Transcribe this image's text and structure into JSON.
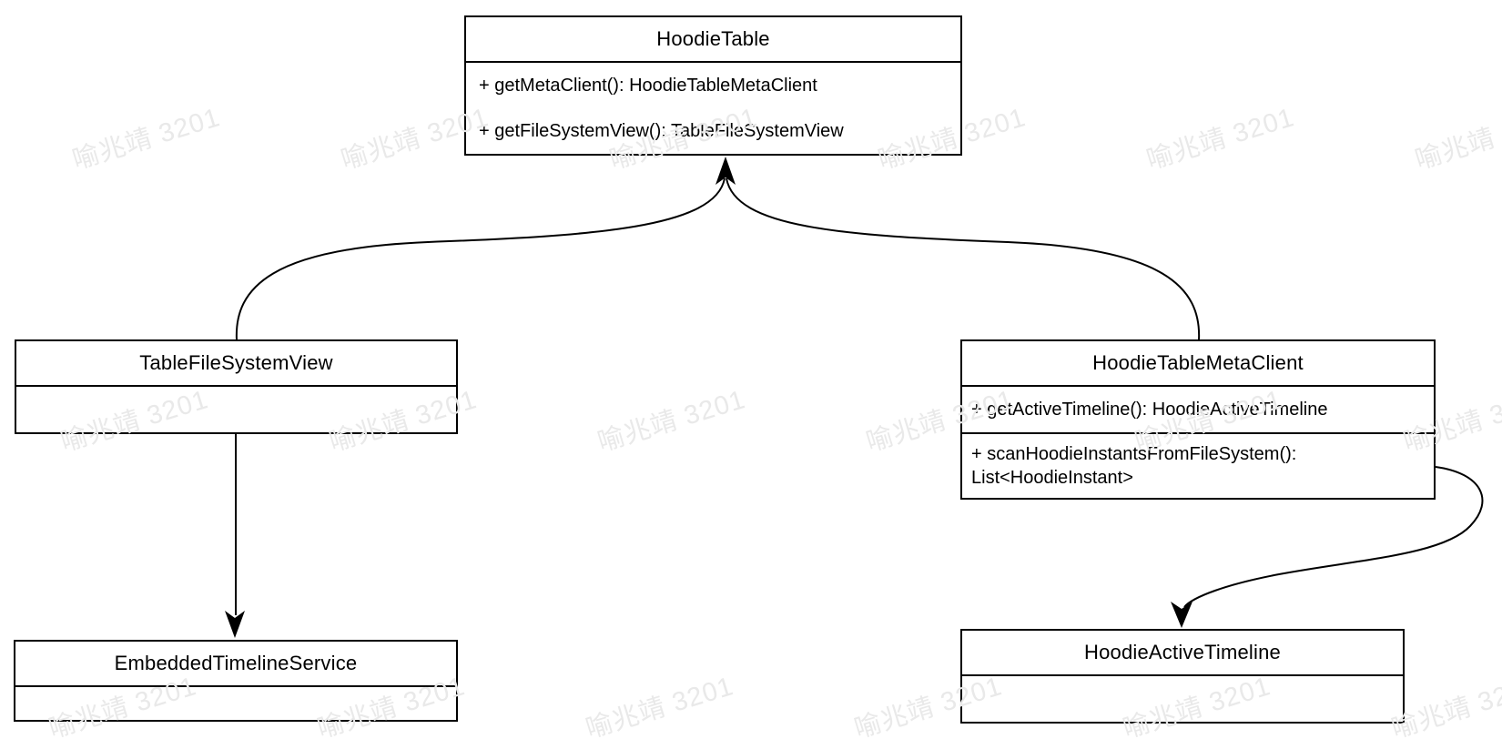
{
  "diagram": {
    "type": "uml-class-diagram",
    "background_color": "#ffffff",
    "stroke_color": "#000000",
    "watermark": {
      "text": "喻兆靖 3201",
      "color": "#e9e9e9"
    },
    "classes": [
      {
        "id": "hoodie-table",
        "title": "HoodieTable",
        "methods": [
          "+ getMetaClient(): HoodieTableMetaClient",
          "+ getFileSystemView(): TableFileSystemView"
        ]
      },
      {
        "id": "table-file-system-view",
        "title": "TableFileSystemView",
        "methods": []
      },
      {
        "id": "hoodie-table-meta-client",
        "title": "HoodieTableMetaClient",
        "methods": [
          "+ getActiveTimeline(): HoodieActiveTimeline",
          "+ scanHoodieInstantsFromFileSystem(): List<HoodieInstant>"
        ]
      },
      {
        "id": "embedded-timeline-service",
        "title": "EmbeddedTimelineService",
        "methods": []
      },
      {
        "id": "hoodie-active-timeline",
        "title": "HoodieActiveTimeline",
        "methods": []
      }
    ],
    "relations": [
      {
        "from": "TableFileSystemView",
        "to": "HoodieTable",
        "style": "curved-arrow-up"
      },
      {
        "from": "HoodieTableMetaClient",
        "to": "HoodieTable",
        "style": "curved-arrow-up"
      },
      {
        "from": "TableFileSystemView",
        "to": "EmbeddedTimelineService",
        "style": "straight-arrow-down"
      },
      {
        "from": "HoodieTableMetaClient",
        "to": "HoodieActiveTimeline",
        "style": "s-curve-arrow-down"
      }
    ]
  }
}
